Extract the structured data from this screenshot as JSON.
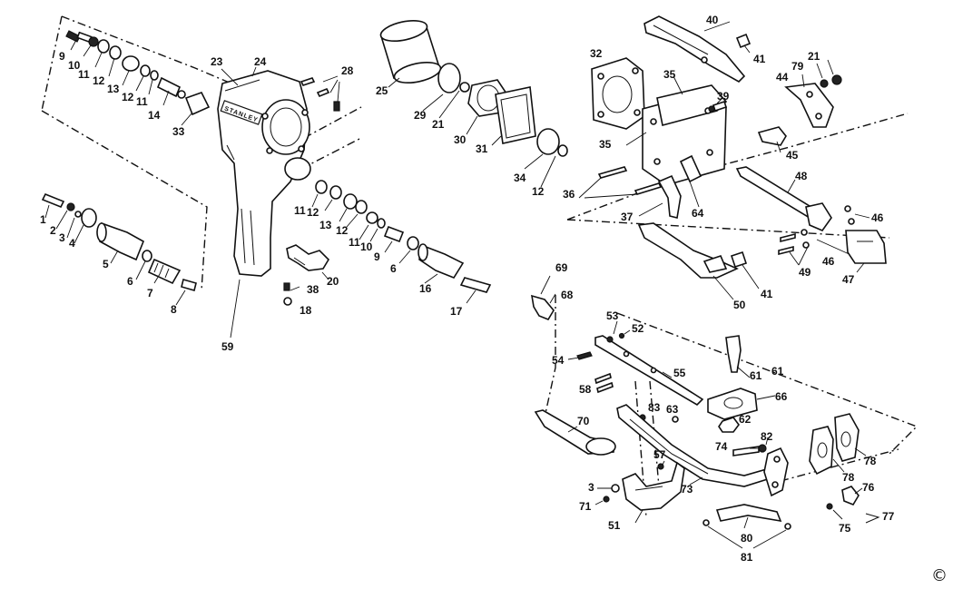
{
  "diagram": {
    "brand_stamp": "STANLEY",
    "copyright": "©",
    "labels": [
      {
        "id": "p9a",
        "text": "9"
      },
      {
        "id": "p10a",
        "text": "10"
      },
      {
        "id": "p11a",
        "text": "11"
      },
      {
        "id": "p12a",
        "text": "12"
      },
      {
        "id": "p13a",
        "text": "13"
      },
      {
        "id": "p12b",
        "text": "12"
      },
      {
        "id": "p11b",
        "text": "11"
      },
      {
        "id": "p14",
        "text": "14"
      },
      {
        "id": "p33",
        "text": "33"
      },
      {
        "id": "p23",
        "text": "23"
      },
      {
        "id": "p24",
        "text": "24"
      },
      {
        "id": "p28",
        "text": "28"
      },
      {
        "id": "p25",
        "text": "25"
      },
      {
        "id": "p29",
        "text": "29"
      },
      {
        "id": "p21a",
        "text": "21"
      },
      {
        "id": "p30",
        "text": "30"
      },
      {
        "id": "p31",
        "text": "31"
      },
      {
        "id": "p34",
        "text": "34"
      },
      {
        "id": "p12c",
        "text": "12"
      },
      {
        "id": "p1",
        "text": "1"
      },
      {
        "id": "p2",
        "text": "2"
      },
      {
        "id": "p3a",
        "text": "3"
      },
      {
        "id": "p4",
        "text": "4"
      },
      {
        "id": "p5",
        "text": "5"
      },
      {
        "id": "p6a",
        "text": "6"
      },
      {
        "id": "p7",
        "text": "7"
      },
      {
        "id": "p8",
        "text": "8"
      },
      {
        "id": "p11c",
        "text": "11"
      },
      {
        "id": "p12d",
        "text": "12"
      },
      {
        "id": "p13b",
        "text": "13"
      },
      {
        "id": "p12e",
        "text": "12"
      },
      {
        "id": "p11d",
        "text": "11"
      },
      {
        "id": "p10b",
        "text": "10"
      },
      {
        "id": "p9b",
        "text": "9"
      },
      {
        "id": "p6b",
        "text": "6"
      },
      {
        "id": "p16",
        "text": "16"
      },
      {
        "id": "p17",
        "text": "17"
      },
      {
        "id": "p20",
        "text": "20"
      },
      {
        "id": "p38",
        "text": "38"
      },
      {
        "id": "p18",
        "text": "18"
      },
      {
        "id": "p59",
        "text": "59"
      },
      {
        "id": "p40",
        "text": "40"
      },
      {
        "id": "p41a",
        "text": "41"
      },
      {
        "id": "p32",
        "text": "32"
      },
      {
        "id": "p35a",
        "text": "35"
      },
      {
        "id": "p35b",
        "text": "35"
      },
      {
        "id": "p39",
        "text": "39"
      },
      {
        "id": "p21b",
        "text": "21"
      },
      {
        "id": "p79",
        "text": "79"
      },
      {
        "id": "p44",
        "text": "44"
      },
      {
        "id": "p45",
        "text": "45"
      },
      {
        "id": "p48",
        "text": "48"
      },
      {
        "id": "p36",
        "text": "36"
      },
      {
        "id": "p37",
        "text": "37"
      },
      {
        "id": "p64",
        "text": "64"
      },
      {
        "id": "p46a",
        "text": "46"
      },
      {
        "id": "p46b",
        "text": "46"
      },
      {
        "id": "p49",
        "text": "49"
      },
      {
        "id": "p47",
        "text": "47"
      },
      {
        "id": "p41b",
        "text": "41"
      },
      {
        "id": "p50",
        "text": "50"
      },
      {
        "id": "p69",
        "text": "69"
      },
      {
        "id": "p68",
        "text": "68"
      },
      {
        "id": "p53",
        "text": "53"
      },
      {
        "id": "p52",
        "text": "52"
      },
      {
        "id": "p54",
        "text": "54"
      },
      {
        "id": "p55",
        "text": "55"
      },
      {
        "id": "p61a",
        "text": "61"
      },
      {
        "id": "p61b",
        "text": "61"
      },
      {
        "id": "p58",
        "text": "58"
      },
      {
        "id": "p66",
        "text": "66"
      },
      {
        "id": "p83",
        "text": "83"
      },
      {
        "id": "p63",
        "text": "63"
      },
      {
        "id": "p62",
        "text": "62"
      },
      {
        "id": "p70",
        "text": "70"
      },
      {
        "id": "p82",
        "text": "82"
      },
      {
        "id": "p74",
        "text": "74"
      },
      {
        "id": "p57",
        "text": "57"
      },
      {
        "id": "p3b",
        "text": "3"
      },
      {
        "id": "p73",
        "text": "73"
      },
      {
        "id": "p71",
        "text": "71"
      },
      {
        "id": "p51",
        "text": "51"
      },
      {
        "id": "p78a",
        "text": "78"
      },
      {
        "id": "p78b",
        "text": "78"
      },
      {
        "id": "p76",
        "text": "76"
      },
      {
        "id": "p75",
        "text": "75"
      },
      {
        "id": "p77",
        "text": "77"
      },
      {
        "id": "p80",
        "text": "80"
      },
      {
        "id": "p81",
        "text": "81"
      }
    ]
  }
}
